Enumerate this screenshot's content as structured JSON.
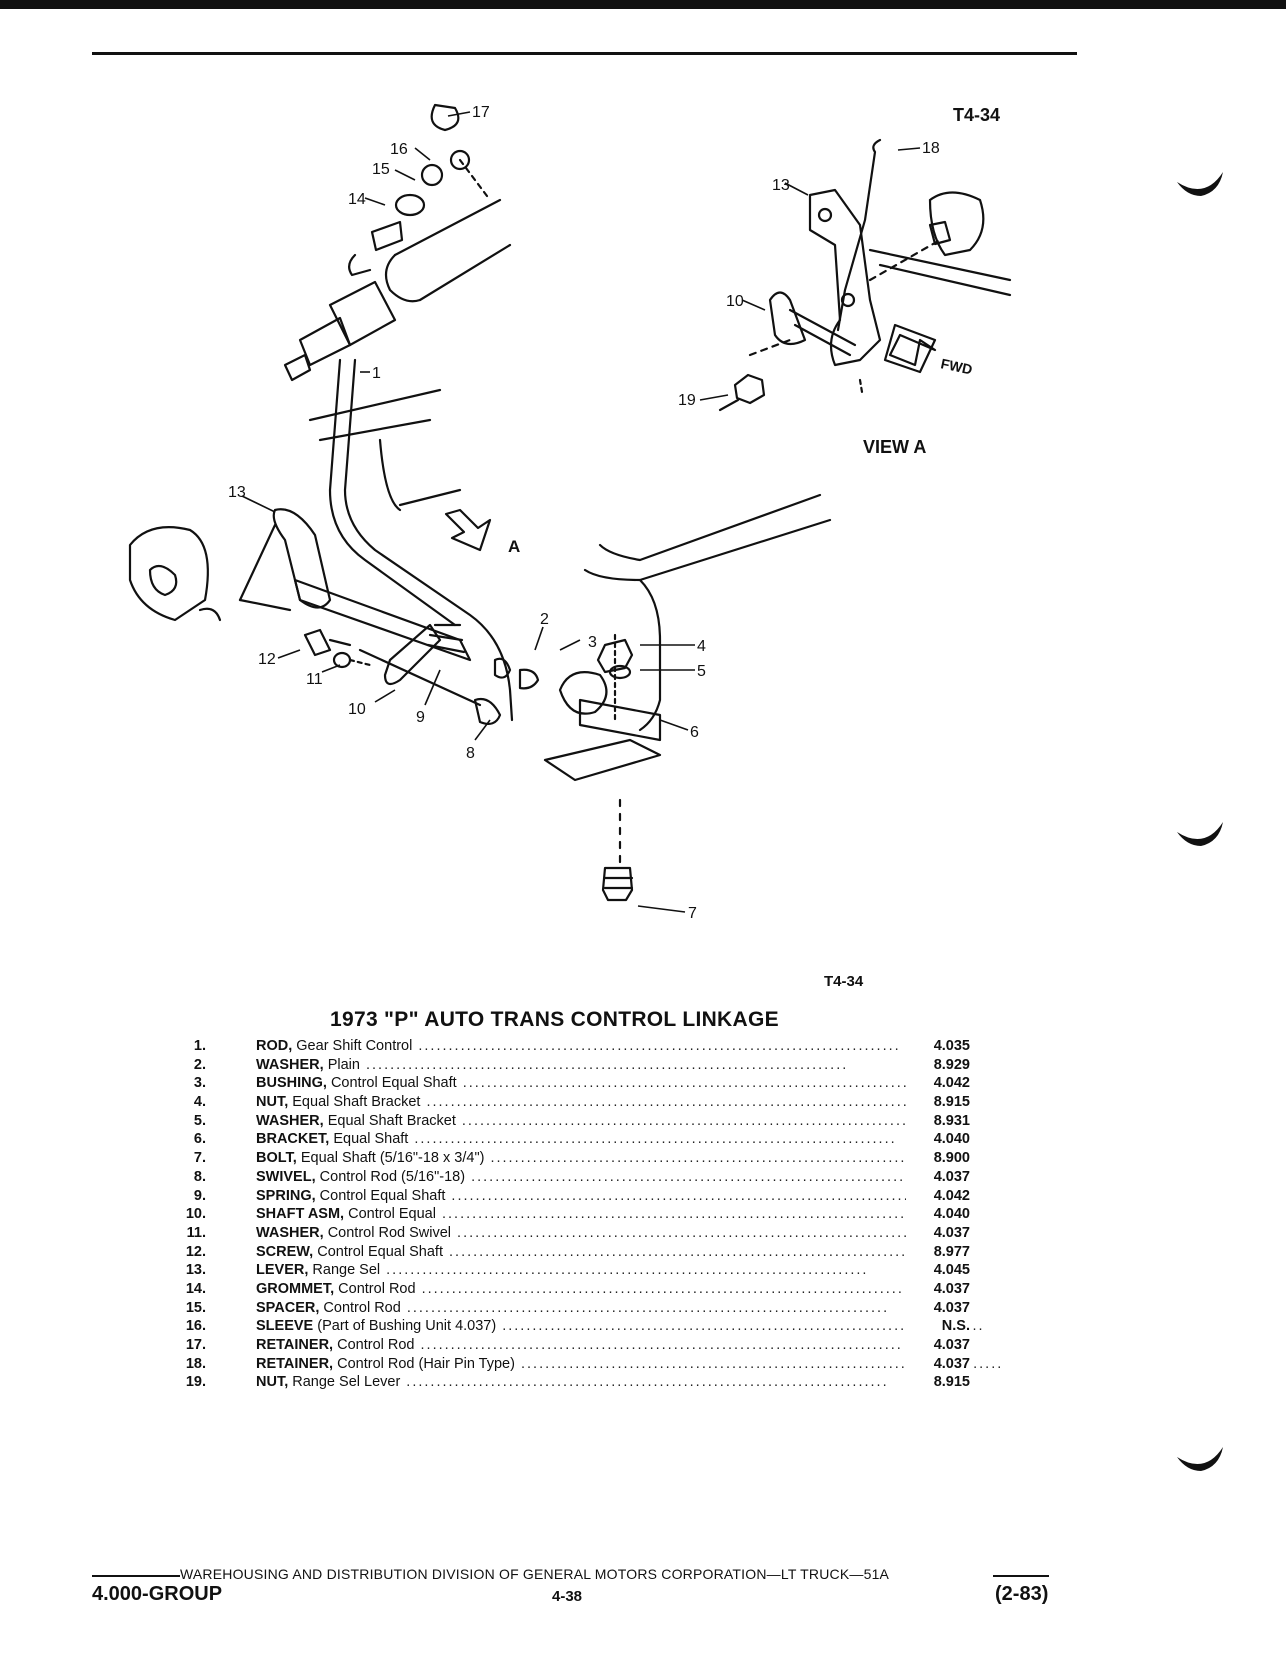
{
  "figure_code_top": "T4-34",
  "figure_code_bottom": "T4-34",
  "view_label": "VIEW A",
  "arrow_label_a": "A",
  "fwd_label": "FWD",
  "callouts": [
    "1",
    "2",
    "3",
    "4",
    "5",
    "6",
    "7",
    "8",
    "9",
    "10",
    "11",
    "12",
    "13",
    "14",
    "15",
    "16",
    "17",
    "18",
    "19"
  ],
  "title": "1973 \"P\" AUTO TRANS CONTROL LINKAGE",
  "parts": [
    {
      "num": "1.",
      "name": "ROD,",
      "desc": "Gear Shift Control",
      "code": "4.035"
    },
    {
      "num": "2.",
      "name": "WASHER,",
      "desc": "Plain",
      "code": "8.929"
    },
    {
      "num": "3.",
      "name": "BUSHING,",
      "desc": "Control Equal Shaft",
      "code": "4.042"
    },
    {
      "num": "4.",
      "name": "NUT,",
      "desc": "Equal Shaft Bracket",
      "code": "8.915"
    },
    {
      "num": "5.",
      "name": "WASHER,",
      "desc": "Equal Shaft Bracket",
      "code": "8.931"
    },
    {
      "num": "6.",
      "name": "BRACKET,",
      "desc": "Equal Shaft",
      "code": "4.040"
    },
    {
      "num": "7.",
      "name": "BOLT,",
      "desc": "Equal Shaft (5/16\"-18 x 3/4\")",
      "code": "8.900"
    },
    {
      "num": "8.",
      "name": "SWIVEL,",
      "desc": "Control Rod (5/16\"-18)",
      "code": "4.037"
    },
    {
      "num": "9.",
      "name": "SPRING,",
      "desc": "Control Equal Shaft",
      "code": "4.042"
    },
    {
      "num": "10.",
      "name": "SHAFT ASM,",
      "desc": "Control Equal",
      "code": "4.040"
    },
    {
      "num": "11.",
      "name": "WASHER,",
      "desc": "Control Rod Swivel",
      "code": "4.037"
    },
    {
      "num": "12.",
      "name": "SCREW,",
      "desc": "Control Equal Shaft",
      "code": "8.977"
    },
    {
      "num": "13.",
      "name": "LEVER,",
      "desc": "Range Sel",
      "code": "4.045"
    },
    {
      "num": "14.",
      "name": "GROMMET,",
      "desc": "Control Rod",
      "code": "4.037"
    },
    {
      "num": "15.",
      "name": "SPACER,",
      "desc": "Control Rod",
      "code": "4.037"
    },
    {
      "num": "16.",
      "name": "SLEEVE",
      "desc": "(Part of Bushing Unit 4.037)",
      "code": "N.S."
    },
    {
      "num": "17.",
      "name": "RETAINER,",
      "desc": "Control Rod",
      "code": "4.037"
    },
    {
      "num": "18.",
      "name": "RETAINER,",
      "desc": "Control Rod (Hair Pin Type)",
      "code": "4.037"
    },
    {
      "num": "19.",
      "name": "NUT,",
      "desc": "Range Sel Lever",
      "code": "8.915"
    }
  ],
  "footer": {
    "division_text": "WAREHOUSING AND DISTRIBUTION  DIVISION OF GENERAL MOTORS CORPORATION—LT TRUCK—51A",
    "group": "4.000-GROUP",
    "page": "4-38",
    "date": "(2-83)"
  }
}
